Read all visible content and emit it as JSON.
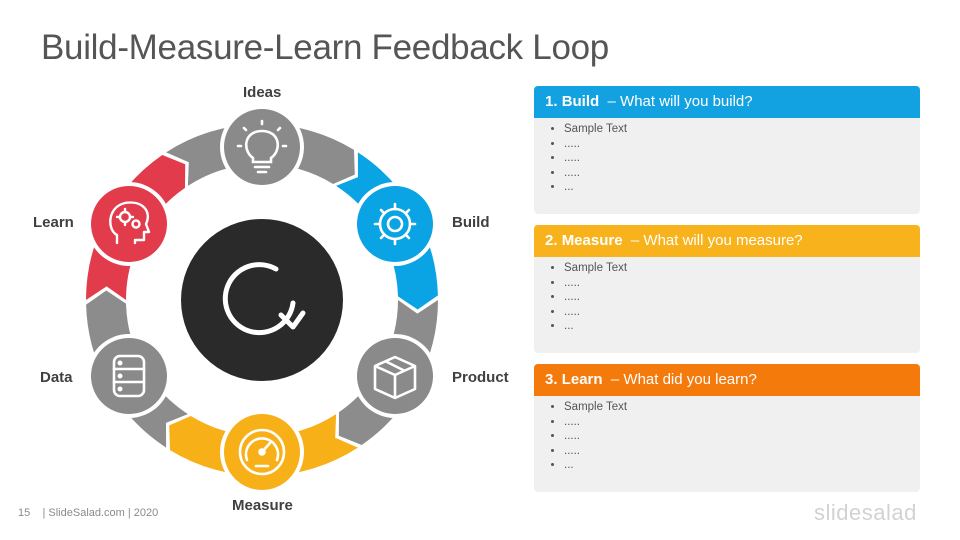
{
  "title": "Build-Measure-Learn Feedback Loop",
  "cycle": {
    "nodes": [
      {
        "label": "Ideas",
        "icon": "lightbulb-icon",
        "color": "#8a8a8a"
      },
      {
        "label": "Build",
        "icon": "gear-icon",
        "color": "#0aa3e3"
      },
      {
        "label": "Product",
        "icon": "box-icon",
        "color": "#8a8a8a"
      },
      {
        "label": "Measure",
        "icon": "gauge-icon",
        "color": "#f7b018"
      },
      {
        "label": "Data",
        "icon": "database-icon",
        "color": "#8a8a8a"
      },
      {
        "label": "Learn",
        "icon": "brain-gear-icon",
        "color": "#e23b4b"
      }
    ],
    "center_icon": "refresh-loop-icon",
    "center_color": "#2a2a2a",
    "arrow_colors": {
      "gray": "#8c8c8c",
      "blue": "#0aa3e3",
      "yellow": "#f7b018",
      "red": "#e23b4b"
    }
  },
  "cards": [
    {
      "number": "1.",
      "name": "Build",
      "question": "What will you build?",
      "color": "#13a2e1",
      "bullets": [
        "Sample Text",
        ".....",
        ".....",
        ".....",
        "..."
      ]
    },
    {
      "number": "2.",
      "name": "Measure",
      "question": "What will you measure?",
      "color": "#f8b31c",
      "bullets": [
        "Sample Text",
        ".....",
        ".....",
        ".....",
        "..."
      ]
    },
    {
      "number": "3.",
      "name": "Learn",
      "question": "What did you learn?",
      "color": "#f47a0c",
      "bullets": [
        "Sample Text",
        ".....",
        ".....",
        ".....",
        "..."
      ]
    }
  ],
  "footer": {
    "page": "15",
    "text": "| SlideSalad.com | 2020"
  },
  "brand": "slidesalad"
}
